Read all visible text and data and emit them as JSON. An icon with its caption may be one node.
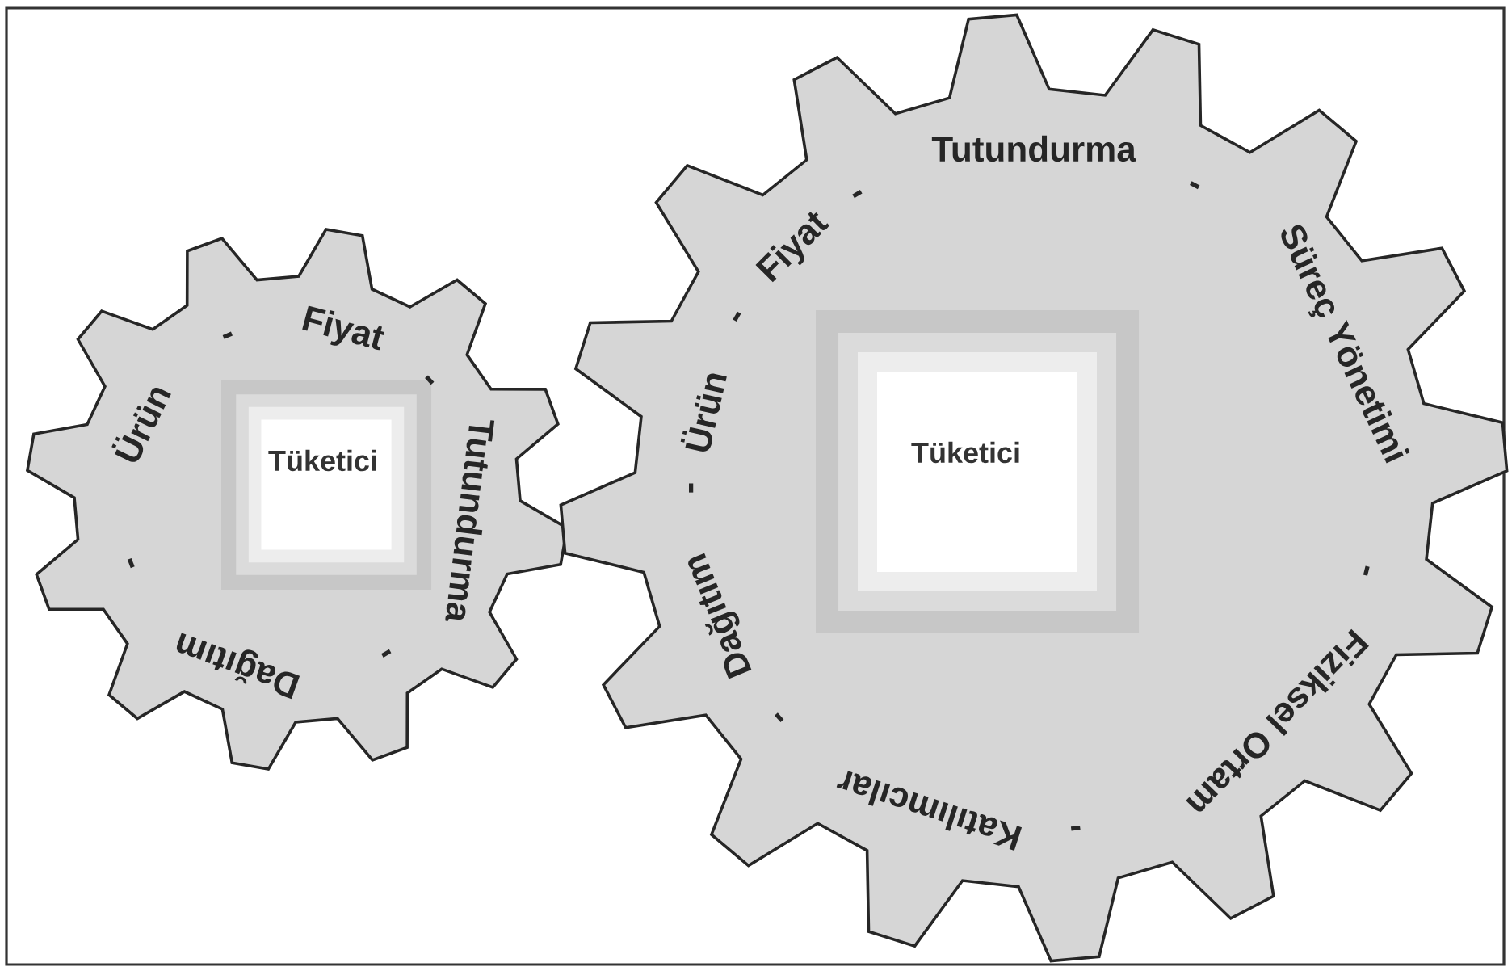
{
  "diagram": {
    "nodes": [
      {
        "text": [
          "Ürün",
          "-",
          "Fiyat",
          "-",
          "Tutundurma",
          "-",
          "Dağıtım",
          "-",
          "Tüketici"
        ]
      },
      {
        "text": [
          "Ürün",
          "-",
          "Fiyat",
          "-",
          "Tutundurma",
          "-",
          "Süreç Yönetimi",
          "-",
          "Fiziksel Ortam",
          "-",
          "Katılımcılar",
          "-",
          "Dağıtım",
          "-",
          "Tüketici"
        ]
      }
    ]
  }
}
